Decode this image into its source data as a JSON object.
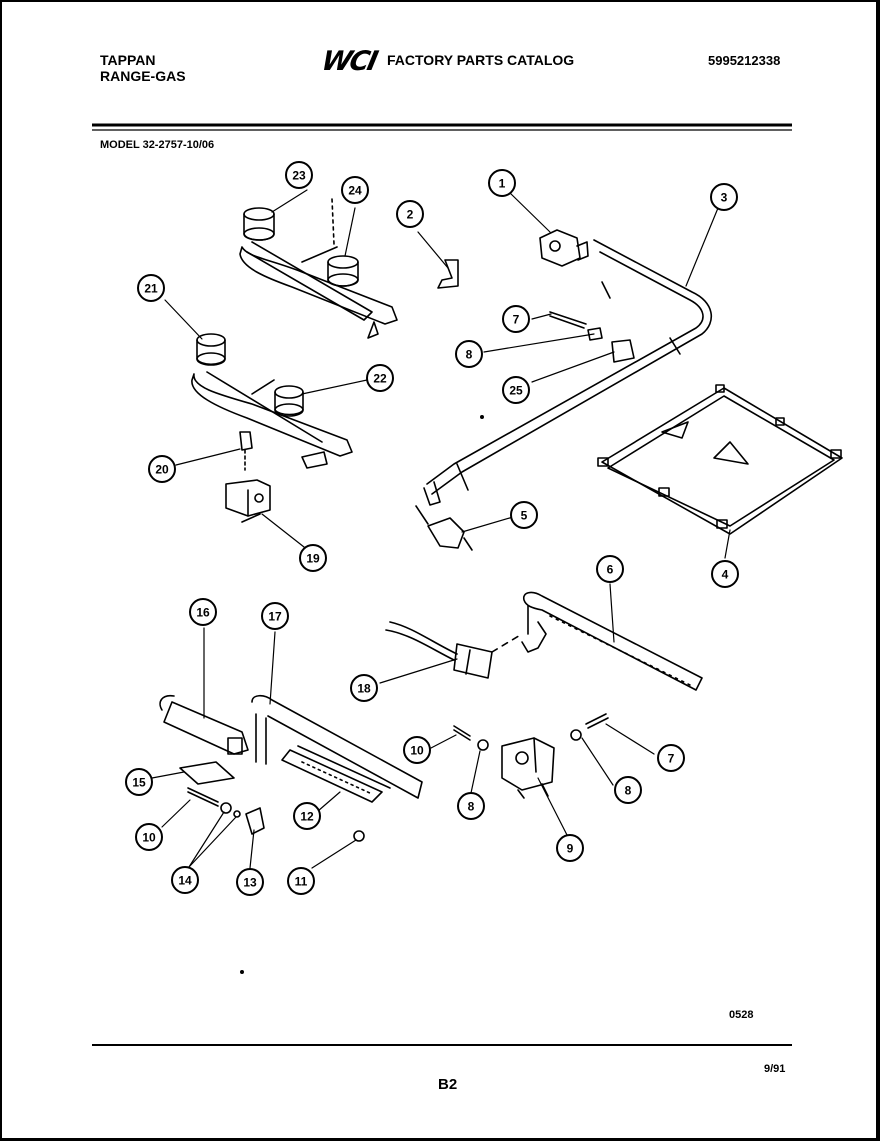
{
  "header": {
    "brand": "TAPPAN",
    "product": "RANGE-GAS",
    "logo": "WCI",
    "catalog_title": "FACTORY PARTS CATALOG",
    "part_number": "5995212338"
  },
  "model_label": "MODEL 32-2757-10/06",
  "callouts": [
    "1",
    "2",
    "3",
    "4",
    "5",
    "6",
    "7",
    "8",
    "25",
    "24",
    "23",
    "21",
    "22",
    "20",
    "19",
    "16",
    "17",
    "18",
    "10",
    "8",
    "9",
    "7",
    "8",
    "15",
    "12",
    "10",
    "14",
    "13",
    "11"
  ],
  "footer": {
    "code": "0528",
    "date": "9/91",
    "page": "B2"
  },
  "icons": [
    "burner-icon",
    "valve-icon",
    "manifold-pipe-icon",
    "bracket-icon",
    "orifice-icon",
    "burner-box-icon"
  ]
}
